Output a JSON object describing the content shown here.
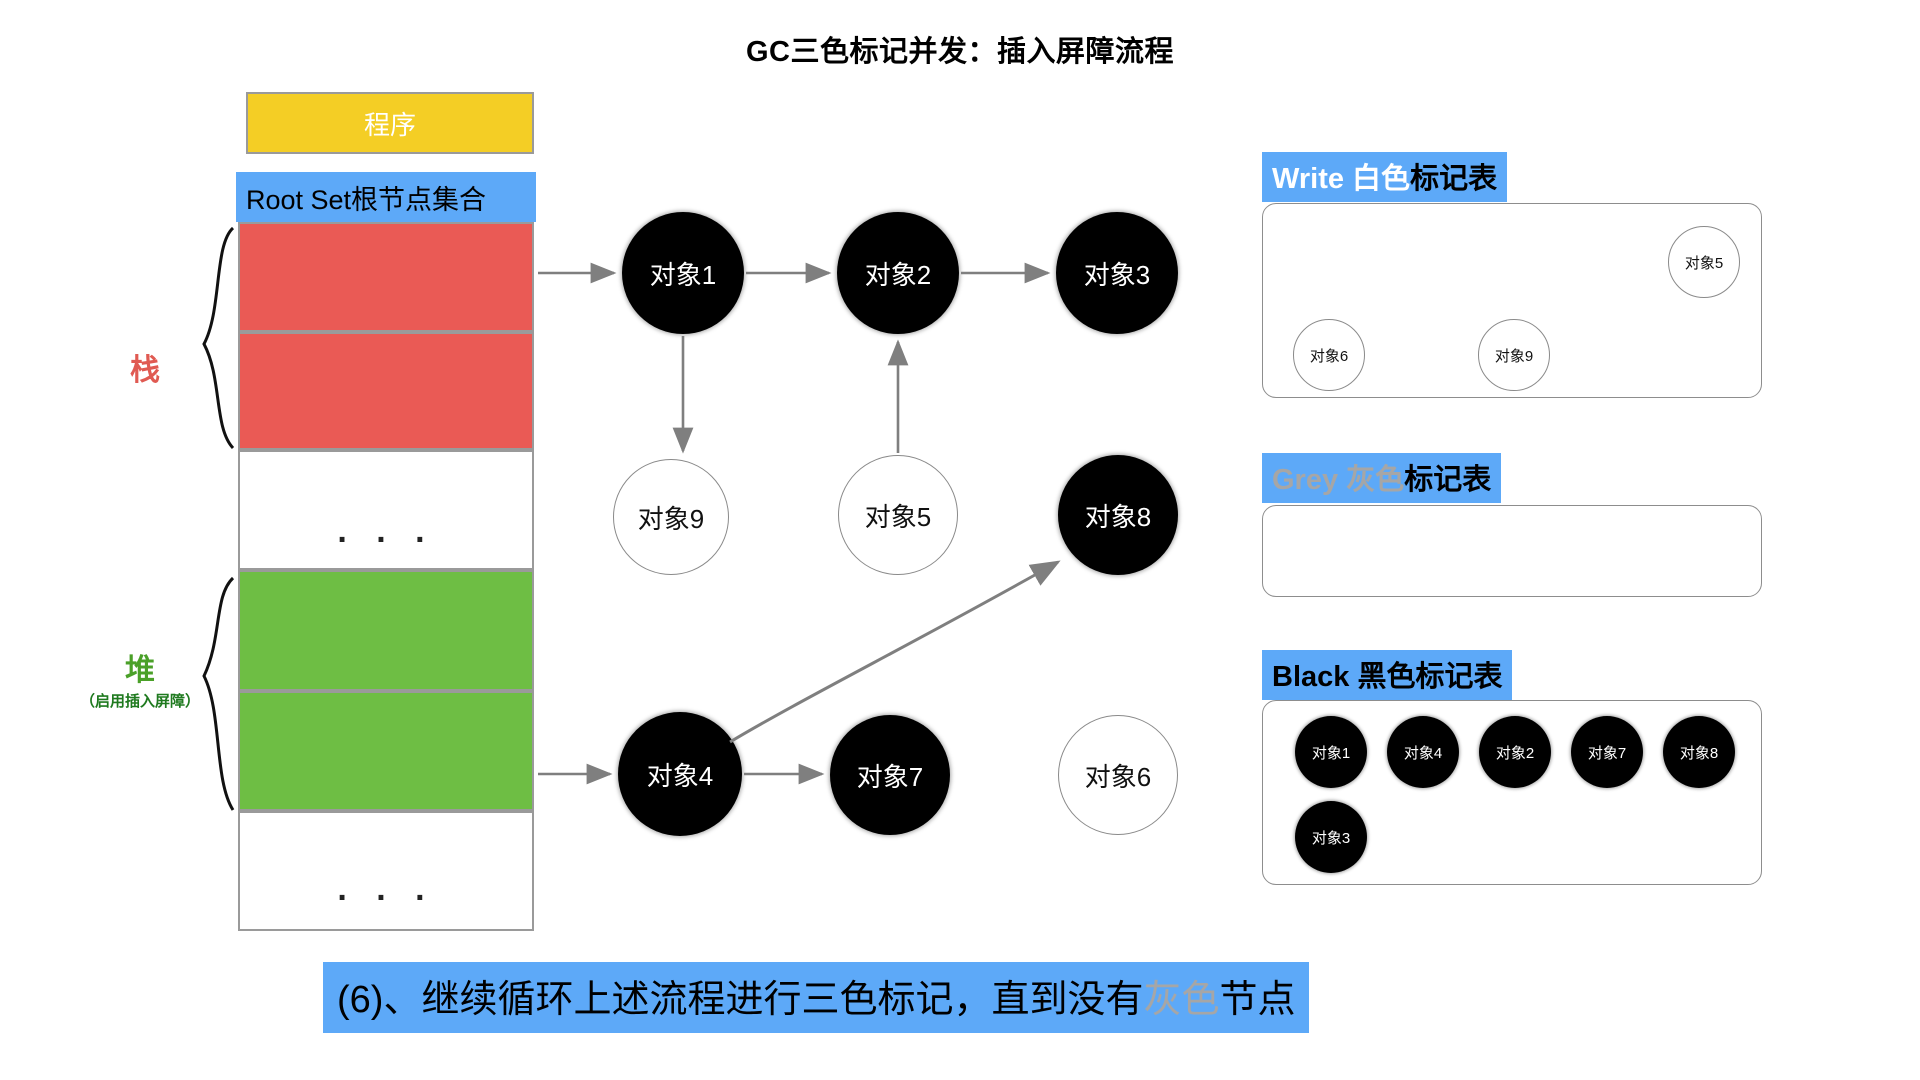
{
  "title": "GC三色标记并发：插入屏障流程",
  "memory": {
    "program_label": "程序",
    "rootset_label": "Root Set根节点集合",
    "stack_brace_label": "栈",
    "heap_brace_label": "堆",
    "heap_brace_sublabel": "（启用插入屏障）",
    "ellipsis": ". . .",
    "slots": [
      {
        "name": "stack-slot-1",
        "fill": "red"
      },
      {
        "name": "stack-slot-2",
        "fill": "red"
      },
      {
        "name": "stack-slot-empty",
        "fill": "blank"
      },
      {
        "name": "heap-slot-1",
        "fill": "green"
      },
      {
        "name": "heap-slot-2",
        "fill": "green"
      },
      {
        "name": "heap-slot-empty",
        "fill": "blank"
      }
    ],
    "colors": {
      "program": "#F4CE25",
      "rootset": "#5DA9F8",
      "stack": "#EA5A55",
      "heap": "#6EBE44",
      "stack_text": "#E05A52",
      "heap_text": "#4AA028"
    }
  },
  "graph": {
    "nodes": [
      {
        "id": "obj1",
        "label": "对象1",
        "color": "black"
      },
      {
        "id": "obj2",
        "label": "对象2",
        "color": "black"
      },
      {
        "id": "obj3",
        "label": "对象3",
        "color": "black"
      },
      {
        "id": "obj9",
        "label": "对象9",
        "color": "white"
      },
      {
        "id": "obj5",
        "label": "对象5",
        "color": "white"
      },
      {
        "id": "obj8",
        "label": "对象8",
        "color": "black"
      },
      {
        "id": "obj4",
        "label": "对象4",
        "color": "black"
      },
      {
        "id": "obj7",
        "label": "对象7",
        "color": "black"
      },
      {
        "id": "obj6",
        "label": "对象6",
        "color": "white"
      }
    ],
    "edges": [
      {
        "from": "root-stack",
        "to": "obj1"
      },
      {
        "from": "obj1",
        "to": "obj2"
      },
      {
        "from": "obj2",
        "to": "obj3"
      },
      {
        "from": "obj1",
        "to": "obj9"
      },
      {
        "from": "obj5",
        "to": "obj2"
      },
      {
        "from": "root-heap",
        "to": "obj4"
      },
      {
        "from": "obj4",
        "to": "obj7"
      },
      {
        "from": "obj4",
        "to": "obj8"
      }
    ]
  },
  "tables": [
    {
      "id": "white-table",
      "header_en": "Write",
      "header_color_word": "白色",
      "header_suffix": "标记表",
      "en_style": "white",
      "cn_style": "white",
      "items": [
        {
          "label": "对象5",
          "color": "white"
        },
        {
          "label": "对象6",
          "color": "white"
        },
        {
          "label": "对象9",
          "color": "white"
        }
      ]
    },
    {
      "id": "grey-table",
      "header_en": "Grey",
      "header_color_word": "灰色",
      "header_suffix": "标记表",
      "en_style": "grey",
      "cn_style": "grey",
      "items": []
    },
    {
      "id": "black-table",
      "header_en": "Black",
      "header_color_word": "黑色",
      "header_suffix": "标记表",
      "en_style": "black",
      "cn_style": "black",
      "items": [
        {
          "label": "对象1",
          "color": "black"
        },
        {
          "label": "对象4",
          "color": "black"
        },
        {
          "label": "对象2",
          "color": "black"
        },
        {
          "label": "对象7",
          "color": "black"
        },
        {
          "label": "对象8",
          "color": "black"
        },
        {
          "label": "对象3",
          "color": "black"
        }
      ]
    }
  ],
  "caption": {
    "part1": "(6)、继续循环上述流程进行三色标记，直到没有",
    "grey_word": "灰色",
    "part2": "节点"
  }
}
